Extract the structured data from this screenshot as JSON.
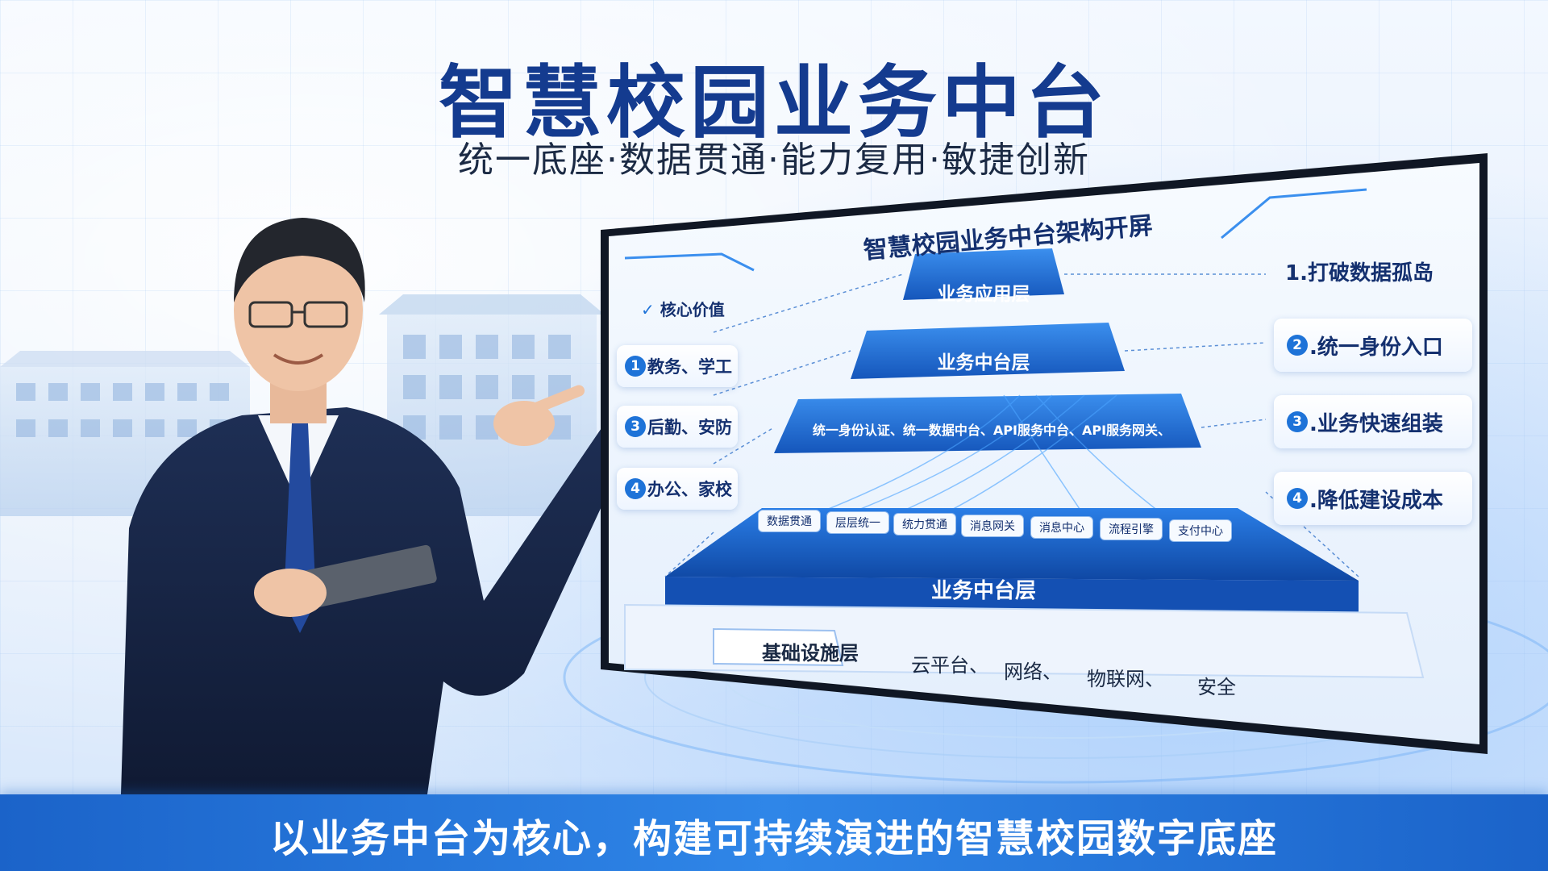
{
  "header": {
    "title": "智慧校园业务中台",
    "subtitle": "统一底座·数据贯通·能力复用·敏捷创新"
  },
  "screen": {
    "title": "智慧校园业务中台架构开屏",
    "core_value_label": "核心价值",
    "left_items": [
      {
        "num": "1",
        "label": "教务、学工"
      },
      {
        "num": "3",
        "label": "后勤、安防"
      },
      {
        "num": "4",
        "label": "办公、家校"
      }
    ],
    "right_items": [
      {
        "num": "",
        "label": "1.打破数据孤岛"
      },
      {
        "num": "2",
        "label": ".统一身份入口"
      },
      {
        "num": "3",
        "label": ".业务快速组装"
      },
      {
        "num": "4",
        "label": ".降低建设成本"
      }
    ],
    "layers": {
      "application": "业务应用层",
      "middle_top": "业务中台层",
      "services": "统一身份认证、统一数据中台、API服务中台、API服务网关、",
      "middle_base": "业务中台层",
      "infrastructure": "基础设施层"
    },
    "capabilities": [
      "数据贯通",
      "层层统一",
      "统力贯通",
      "消息网关",
      "消息中心",
      "流程引擎",
      "支付中心"
    ],
    "infrastructure_items": [
      "云平台、",
      "网络、",
      "物联网、",
      "安全"
    ]
  },
  "footer": {
    "slogan": "以业务中台为核心，构建可持续演进的智慧校园数字底座"
  },
  "colors": {
    "title": "#143b8f",
    "accent": "#1e73d8",
    "bar": "#2f86e8"
  }
}
